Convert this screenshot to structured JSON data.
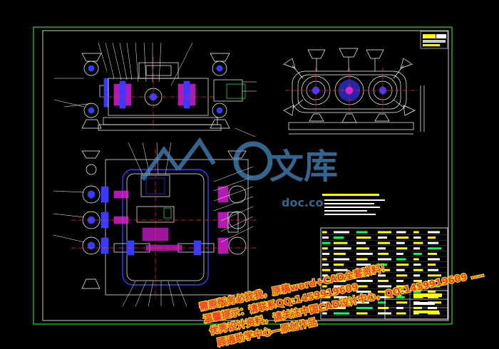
{
  "watermark": {
    "brand": "文库",
    "domain": "doc.co"
  },
  "promo_lines": [
    "需原版务必找我，原稿word+CAD全套资料！",
    "温馨提示：请联系QQ:1459919609",
    "优秀设计资料，请关注中国CAD设计中心，QQ:1459919609 ....",
    "顾通助学中心—原创作品"
  ],
  "colors": {
    "background": "#000000",
    "border": "#22dd22",
    "drawing": "#ffffff",
    "center_line": "#ff2a2a",
    "accent_blue": "#3a3aff",
    "accent_magenta": "#e020e0",
    "accent_yellow": "#ffff00",
    "accent_green": "#00ff60",
    "watermark": "#4a90c8",
    "promo_text": "#ff3030"
  },
  "views": [
    {
      "id": "front-view",
      "icon": "roller-assembly-front"
    },
    {
      "id": "side-view",
      "icon": "triple-roller-side"
    },
    {
      "id": "plan-view",
      "icon": "roller-assembly-plan"
    },
    {
      "id": "parts-list",
      "icon": "table"
    },
    {
      "id": "title-block",
      "icon": "table"
    }
  ]
}
